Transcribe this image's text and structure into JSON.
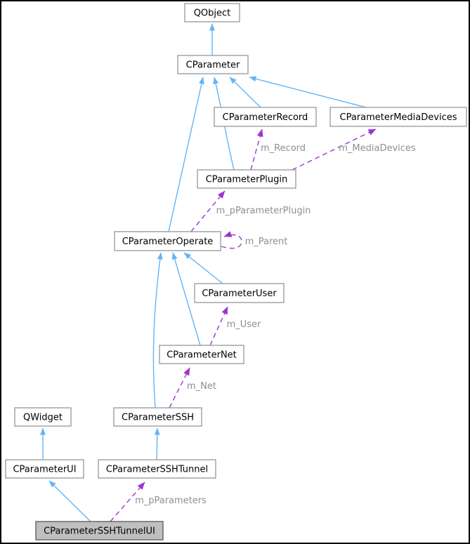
{
  "colors": {
    "background": "#ffffff",
    "frame_border": "#000000",
    "inheritance_edge_blue": "#63b4f8",
    "member_edge_purple": "#9c35d0",
    "node_fill": "#ffffff",
    "node_border": "#9aa0a3",
    "node_text": "#000000",
    "highlighted_node_fill": "#bfbfbf",
    "highlighted_node_border": "#696969",
    "edge_label_text": "#8f8f8f"
  },
  "nodes": [
    {
      "id": "qobject",
      "label": "QObject"
    },
    {
      "id": "cparameter",
      "label": "CParameter"
    },
    {
      "id": "cparameter-record",
      "label": "CParameterRecord"
    },
    {
      "id": "cparameter-media-devices",
      "label": "CParameterMediaDevices"
    },
    {
      "id": "cparameter-plugin",
      "label": "CParameterPlugin"
    },
    {
      "id": "cparameter-operate",
      "label": "CParameterOperate"
    },
    {
      "id": "cparameter-user",
      "label": "CParameterUser"
    },
    {
      "id": "cparameter-net",
      "label": "CParameterNet"
    },
    {
      "id": "qwidget",
      "label": "QWidget"
    },
    {
      "id": "cparameter-ssh",
      "label": "CParameterSSH"
    },
    {
      "id": "cparameter-ui",
      "label": "CParameterUI"
    },
    {
      "id": "cparameter-ssh-tunnel",
      "label": "CParameterSSHTunnel"
    },
    {
      "id": "cparameter-ssh-tunnel-ui",
      "label": "CParameterSSHTunnelUI"
    }
  ],
  "edge_labels": {
    "m_record": "m_Record",
    "m_media_devices": "m_MediaDevices",
    "m_p_parameter_plugin": "m_pParameterPlugin",
    "m_parent": "m_Parent",
    "m_user": "m_User",
    "m_net": "m_Net",
    "m_p_parameters": "m_pParameters"
  }
}
